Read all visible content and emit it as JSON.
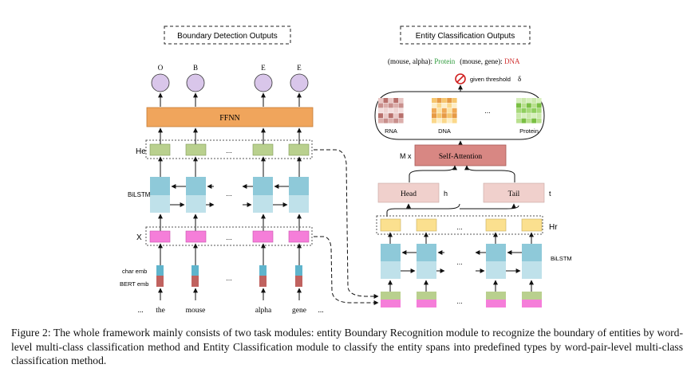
{
  "figure": {
    "boundary_title": "Boundary Detection Outputs",
    "entity_title": "Entity Classification Outputs",
    "output_tags": [
      "O",
      "B",
      "E",
      "E"
    ],
    "ffnn_label": "FFNN",
    "he_label": "He",
    "x_label": "X",
    "bilstm_label": "BiLSTM",
    "bilstm_label_right": "BiLSTM",
    "ellipsis": "...",
    "char_emb_label": "char emb",
    "bert_emb_label": "BERT emb",
    "tokens": [
      "...",
      "the",
      "mouse",
      "alpha",
      "gene",
      "..."
    ],
    "pair1_prefix": "(mouse, alpha): ",
    "pair1_type": "Protein",
    "pair2_prefix": "(mouse, gene): ",
    "pair2_type": "DNA",
    "threshold_label": "given threshold",
    "threshold_symbol": "δ",
    "heatmap_labels": [
      "RNA",
      "DNA",
      "Protein"
    ],
    "mx_label": "M x",
    "self_attention_label": "Self-Attention",
    "head_label": "Head",
    "h_label": "h",
    "tail_label": "Tail",
    "t_label": "t",
    "hr_label": "Hr"
  },
  "colors": {
    "purple_node": "#d9c6ea",
    "ffnn": "#f0a55c",
    "green": "#b9d08e",
    "lstm_dark": "#8ec9d9",
    "lstm_light": "#bfe1ea",
    "pink": "#f57ed9",
    "char_emb": "#5fb4cc",
    "bert_emb": "#c0625f",
    "self_attention": "#d88783",
    "head_tail": "#f0d0cc",
    "yellow": "#fbe08f",
    "protein_text": "#2e9b3c",
    "dna_text": "#d03030"
  },
  "caption": "Figure 2: The whole framework mainly consists of two task modules: entity Boundary Recognition module to recognize the boundary of entities by word-level multi-class classification method and Entity Classification module to classify the entity spans into predefined types by word-pair-level multi-class classification method."
}
